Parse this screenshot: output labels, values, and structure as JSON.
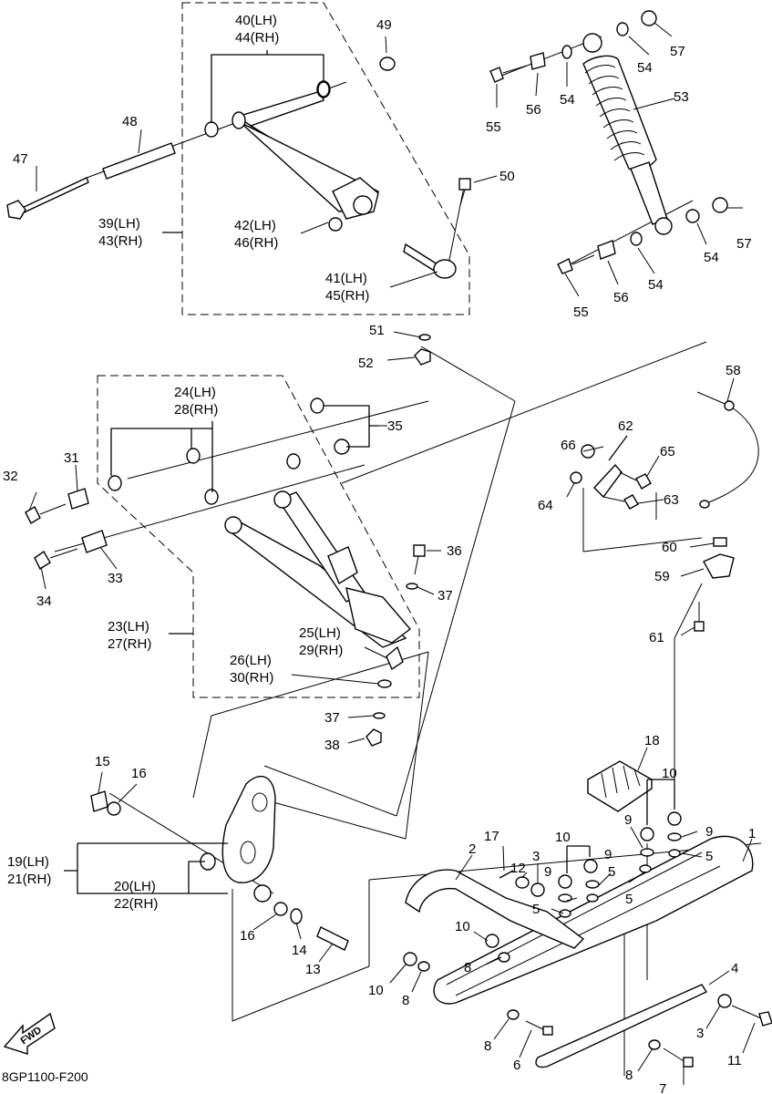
{
  "diagram": {
    "code": "8GP1100-F200",
    "fwd_label": "FWD",
    "callouts": {
      "c1": "1",
      "c2": "2",
      "c3a": "3",
      "c3b": "3",
      "c4": "4",
      "c5a": "5",
      "c5b": "5",
      "c5c": "5",
      "c5d": "5",
      "c6": "6",
      "c7": "7",
      "c8a": "8",
      "c8b": "8",
      "c8c": "8",
      "c8d": "8",
      "c9a": "9",
      "c9b": "9",
      "c9c": "9",
      "c9d": "9",
      "c10a": "10",
      "c10b": "10",
      "c10c": "10",
      "c10d": "10",
      "c11": "11",
      "c12": "12",
      "c13": "13",
      "c14": "14",
      "c15": "15",
      "c16a": "16",
      "c16b": "16",
      "c17": "17",
      "c18": "18",
      "c19": "19(LH)",
      "c21": "21(RH)",
      "c20": "20(LH)",
      "c22": "22(RH)",
      "c23": "23(LH)",
      "c27": "27(RH)",
      "c24": "24(LH)",
      "c28": "28(RH)",
      "c25": "25(LH)",
      "c29": "29(RH)",
      "c26": "26(LH)",
      "c30": "30(RH)",
      "c31": "31",
      "c32": "32",
      "c33": "33",
      "c34": "34",
      "c35": "35",
      "c36": "36",
      "c37a": "37",
      "c37b": "37",
      "c38": "38",
      "c39": "39(LH)",
      "c43": "43(RH)",
      "c40": "40(LH)",
      "c44": "44(RH)",
      "c41": "41(LH)",
      "c45": "45(RH)",
      "c42": "42(LH)",
      "c46": "46(RH)",
      "c47": "47",
      "c48": "48",
      "c49": "49",
      "c50": "50",
      "c51": "51",
      "c52": "52",
      "c53": "53",
      "c54a": "54",
      "c54b": "54",
      "c54c": "54",
      "c54d": "54",
      "c55a": "55",
      "c55b": "55",
      "c56a": "56",
      "c56b": "56",
      "c57a": "57",
      "c57b": "57",
      "c58": "58",
      "c59": "59",
      "c60": "60",
      "c61": "61",
      "c62": "62",
      "c63": "63",
      "c64": "64",
      "c65": "65",
      "c66": "66"
    }
  }
}
